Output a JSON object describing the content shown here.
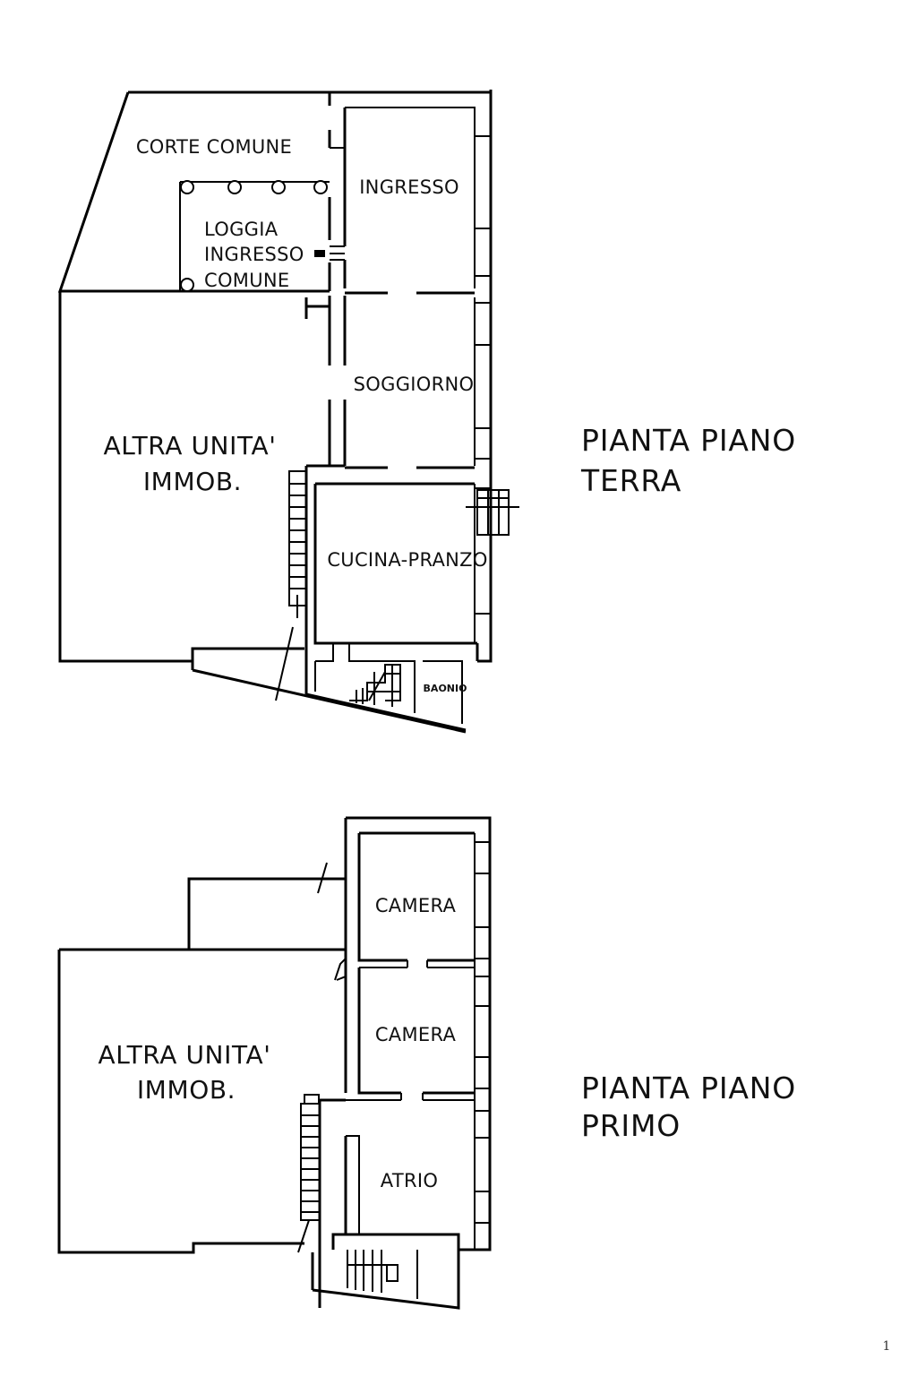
{
  "ground_floor": {
    "title_line1": "PIANTA PIANO",
    "title_line2": "TERRA",
    "rooms": {
      "corte_comune": "CORTE COMUNE",
      "ingresso": "INGRESSO",
      "loggia_line1": "LOGGIA",
      "loggia_line2": "INGRESSO",
      "loggia_line3": "COMUNE",
      "soggiorno": "SOGGIORNO",
      "altra_unita_line1": "ALTRA UNITA'",
      "altra_unita_line2": "IMMOB.",
      "cucina_pranzo": "CUCINA-PRANZO",
      "bagno": "BAONIO"
    }
  },
  "first_floor": {
    "title_line1": "PIANTA PIANO",
    "title_line2": "PRIMO",
    "rooms": {
      "camera_1": "CAMERA",
      "camera_2": "CAMERA",
      "altra_unita_line1": "ALTRA UNITA'",
      "altra_unita_line2": "IMMOB.",
      "atrio": "ATRIO"
    }
  },
  "page_number": "1"
}
